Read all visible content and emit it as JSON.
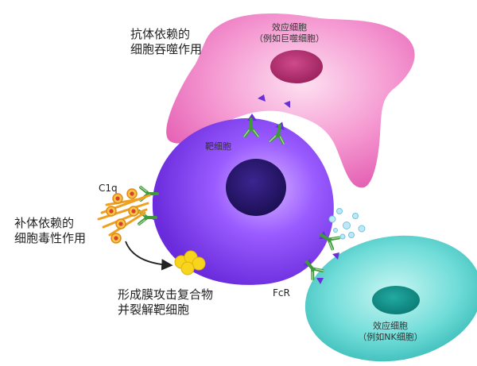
{
  "labels": {
    "adcp": [
      "抗体依赖的",
      "细胞吞噬作用"
    ],
    "macrophage": [
      "效应细胞",
      "（例如巨噬细胞）"
    ],
    "target_cell": "靶细胞",
    "c1q": "C1q",
    "cdc": [
      "补体依赖的",
      "细胞毒性作用"
    ],
    "mac": [
      "形成膜攻击复合物",
      "并裂解靶细胞"
    ],
    "fcr": "FcR",
    "nk_cell": [
      "效应细胞",
      "（例如NK细胞）"
    ]
  },
  "colors": {
    "macrophage": "#f07ec4",
    "macrophage_nucleus": "#b4336f",
    "target_cell": "#8a4bff",
    "target_nucleus": "#2a1a72",
    "nk_cell": "#56d3d0",
    "nk_nucleus": "#0f8f88",
    "antibody": "#3f9a3a",
    "receptor": "#6b2fd8",
    "complement": "#f0a020",
    "mac_complex": "#f3d21a",
    "granules": "#8fd6ea"
  }
}
